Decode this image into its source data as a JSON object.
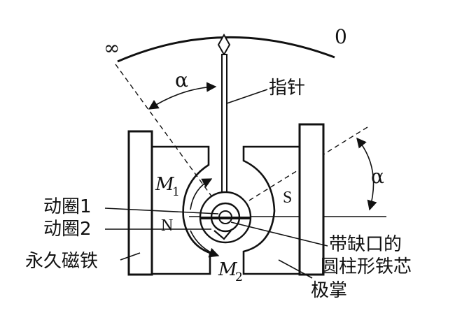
{
  "scale": {
    "infinity_symbol": "∞",
    "zero_label": "0"
  },
  "angle": {
    "symbol": "α"
  },
  "labels": {
    "pointer": "指针",
    "coil1": "动圈1",
    "coil2": "动圈2",
    "magnet": "永久磁铁",
    "core_line1": "带缺口的",
    "core_line2": "圆柱形铁芯",
    "pole_shoe": "极掌",
    "north": "N",
    "south": "S",
    "m1_main": "M",
    "m1_sub": "1",
    "m2_main": "M",
    "m2_sub": "2"
  }
}
